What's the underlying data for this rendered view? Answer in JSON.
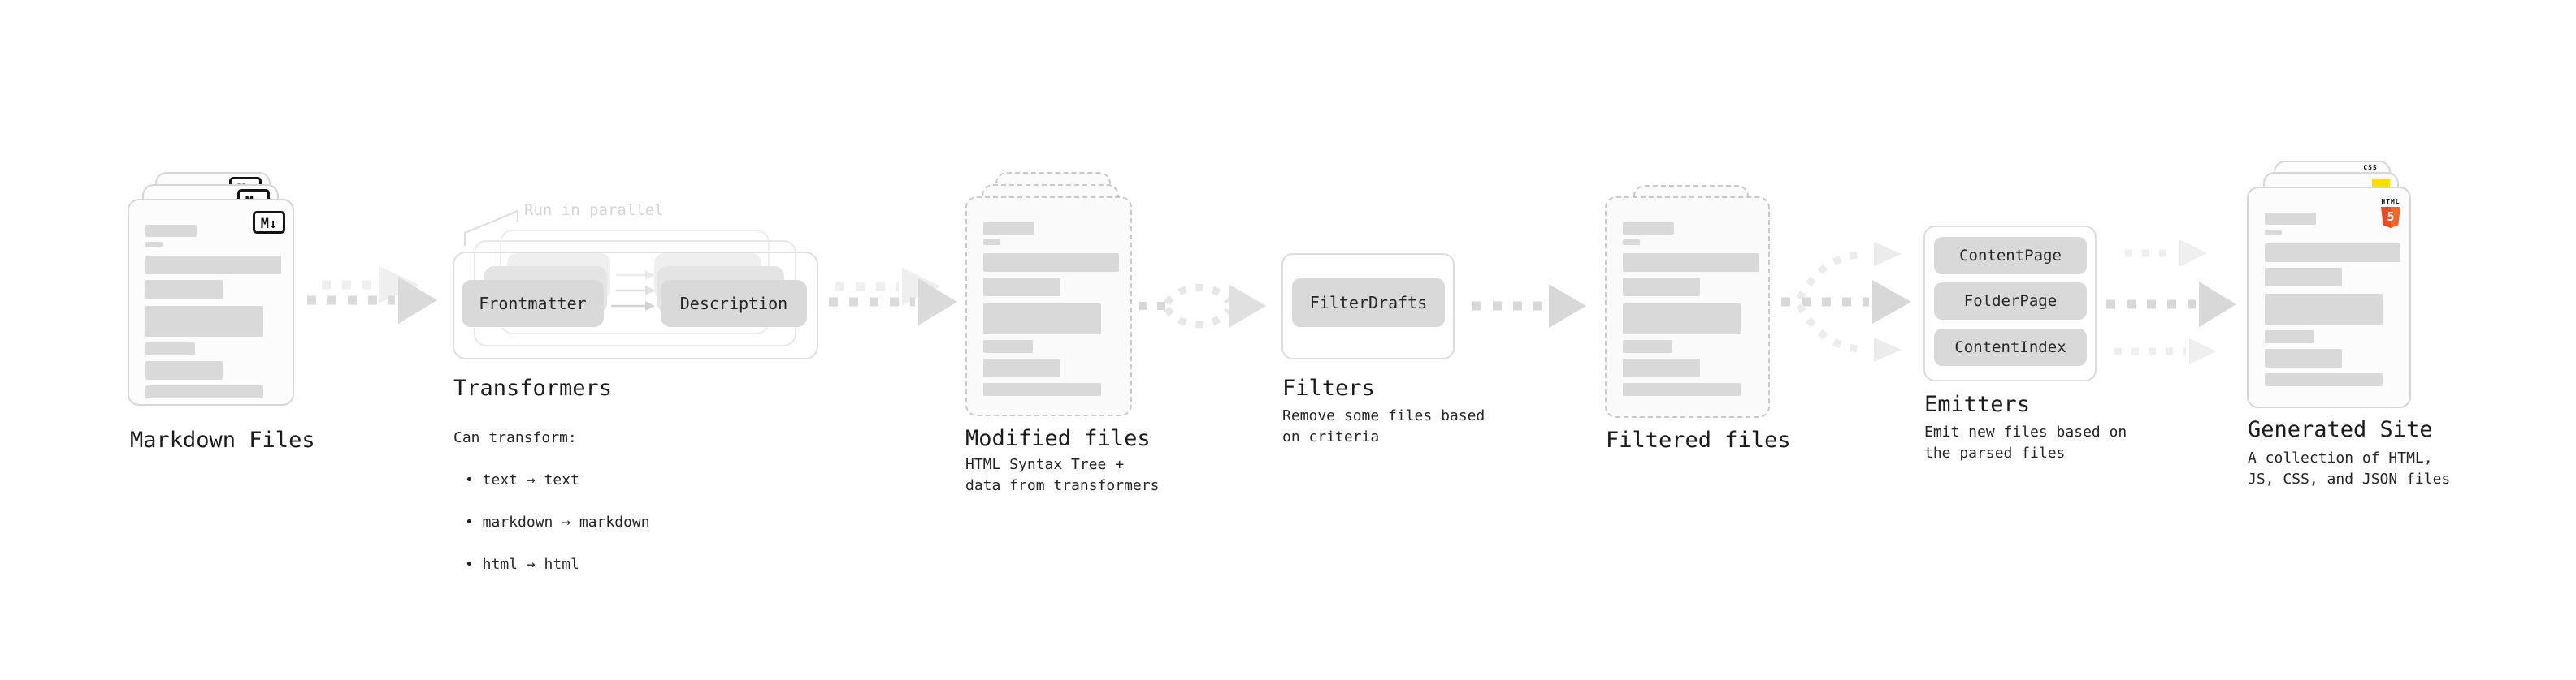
{
  "diagram": {
    "markdown": {
      "label": "Markdown Files",
      "badge": "M↓"
    },
    "transformers": {
      "note": "Run in parallel",
      "pill_frontmatter": "Frontmatter",
      "pill_description": "Description",
      "label": "Transformers",
      "desc_title": "Can transform:",
      "bullets": [
        "• text → text",
        "• markdown → markdown",
        "• html → html"
      ]
    },
    "modified": {
      "label": "Modified files",
      "desc": "HTML Syntax Tree +\ndata from transformers"
    },
    "filters": {
      "label": "Filters",
      "pill": "FilterDrafts",
      "desc": "Remove some files based\non criteria"
    },
    "filtered": {
      "label": "Filtered files"
    },
    "emitters": {
      "label": "Emitters",
      "pills": [
        "ContentPage",
        "FolderPage",
        "ContentIndex"
      ],
      "desc": "Emit new files based on\nthe parsed files"
    },
    "generated": {
      "label": "Generated Site",
      "desc": "A collection of HTML,\nJS, CSS, and JSON files",
      "badges": {
        "css": "CSS",
        "html": "HTML",
        "html_number": "5"
      }
    },
    "colors": {
      "card_border": "#d6d6d6",
      "dashed_border": "#c9c9c9",
      "placeholder_bar": "#d9d9d9",
      "pill_bg": "#d9d9d9",
      "arrow_front": "#dadada",
      "arrow_back": "#efefef",
      "css_blue": "#2962ff",
      "js_yellow": "#ffdd00",
      "html5_orange_dark": "#e44d26",
      "html5_orange_light": "#f16529"
    }
  }
}
